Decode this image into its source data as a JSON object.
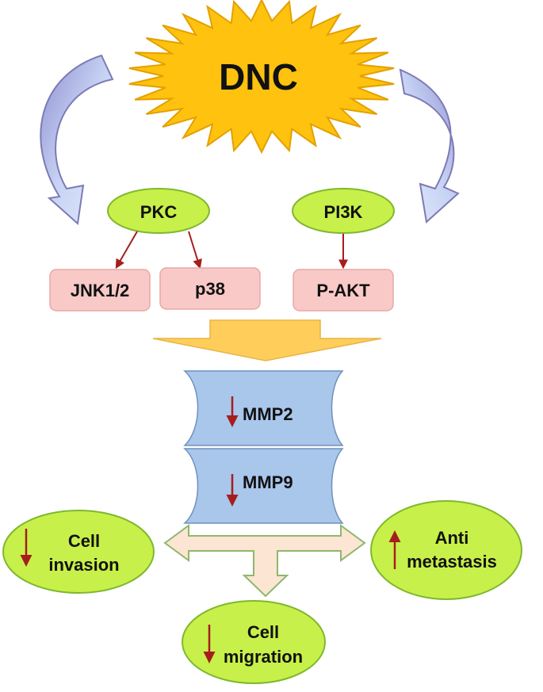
{
  "title": "DNC",
  "nodes": {
    "pkc": "PKC",
    "pi3k": "PI3K",
    "jnk": "JNK1/2",
    "p38": "p38",
    "pakt": "P-AKT",
    "mmp2": "MMP2",
    "mmp9": "MMP9",
    "invasion": [
      "Cell",
      "invasion"
    ],
    "migration": [
      "Cell",
      "migration"
    ],
    "antimet": [
      "Anti",
      "metastasis"
    ]
  },
  "effects": {
    "mmp2": "down",
    "mmp9": "down",
    "invasion": "down",
    "migration": "down",
    "antimet": "up"
  },
  "colors": {
    "sun": "#FFC20E",
    "sun_stroke": "#E3A000",
    "ellipse_fill": "#C8F04A",
    "ellipse_stroke": "#7FB82E",
    "box_fill": "#F9C9C8",
    "box_stroke": "#E8A8A6",
    "scroll_fill": "#A9C6EB",
    "scroll_stroke": "#6F91BD",
    "curved_arrow": "#BFCCF0",
    "curved_arrow_stroke": "#7E7AB5",
    "down_block_arrow": "#FFCE5A",
    "cross_arrow": "#FCE5D3",
    "cross_arrow_stroke": "#8DB86C",
    "indicator": "#A61D1D"
  }
}
